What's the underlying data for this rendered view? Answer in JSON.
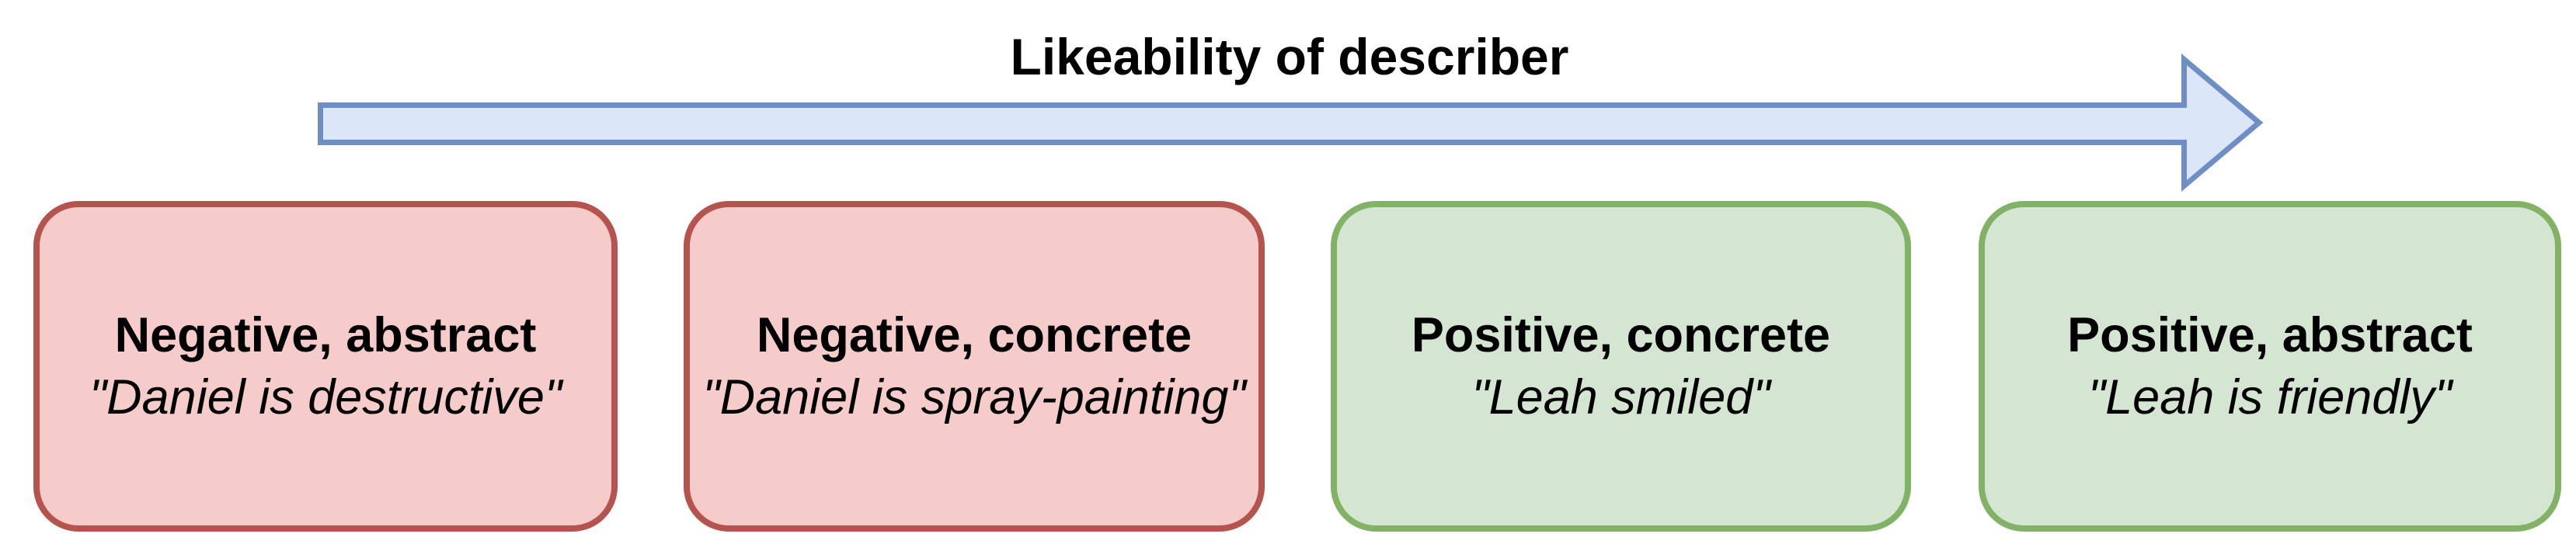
{
  "title": "Likeability of describer",
  "arrow": {
    "name": "likeability-axis-arrow",
    "direction": "right",
    "fill_color": "#dbe6f8",
    "border_color": "#6e8ec5"
  },
  "colors": {
    "negative_fill": "#f6ccca",
    "negative_border": "#b5534f",
    "positive_fill": "#d4e6d2",
    "positive_border": "#82b266"
  },
  "boxes": [
    {
      "id": "negative-abstract",
      "sentiment": "negative",
      "label": "Negative, abstract",
      "example": "\"Daniel is destructive\""
    },
    {
      "id": "negative-concrete",
      "sentiment": "negative",
      "label": "Negative, concrete",
      "example": "\"Daniel is spray-painting\""
    },
    {
      "id": "positive-concrete",
      "sentiment": "positive",
      "label": "Positive, concrete",
      "example": "\"Leah smiled\""
    },
    {
      "id": "positive-abstract",
      "sentiment": "positive",
      "label": "Positive, abstract",
      "example": "\"Leah is friendly\""
    }
  ]
}
